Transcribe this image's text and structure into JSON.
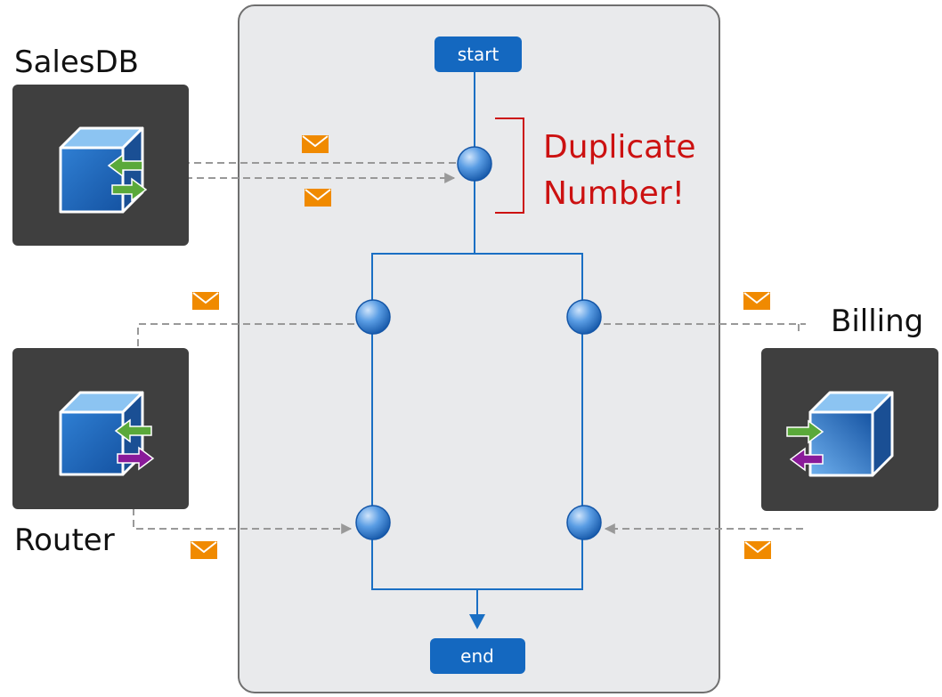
{
  "flow": {
    "start_label": "start",
    "end_label": "end"
  },
  "warning": {
    "line1": "Duplicate",
    "line2": "Number!",
    "color": "#cc1111"
  },
  "services": {
    "salesdb": "SalesDB",
    "router": "Router",
    "billing": "Billing"
  },
  "colors": {
    "container_fill": "#e9eaec",
    "container_border": "#6f6f6f",
    "service_box": "#3f3f3f",
    "flow_line": "#1a6fc4",
    "pill": "#1468c0",
    "node": "#3a86d9",
    "message_icon": "#f08a00",
    "dashed_line": "#999999",
    "arrow_green": "#5aa93a",
    "arrow_purple": "#8a1a9a"
  },
  "icons": {
    "message": "envelope-icon",
    "service": "cube-icon"
  }
}
